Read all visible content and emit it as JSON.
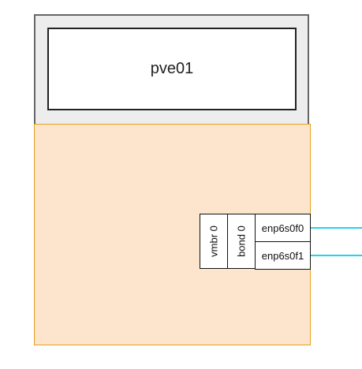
{
  "node": {
    "name": "pve01"
  },
  "interfaces": {
    "bridge": "vmbr 0",
    "bond": "bond 0",
    "nics": [
      "enp6s0f0",
      "enp6s0f1"
    ]
  },
  "colors": {
    "header_bg": "#ededed",
    "body_bg": "#fde5cd",
    "body_border": "#e6a01d",
    "link": "#22d3ee"
  }
}
